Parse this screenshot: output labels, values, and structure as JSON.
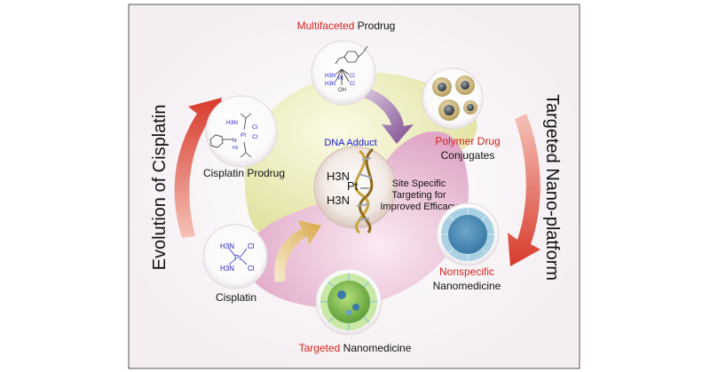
{
  "labels": {
    "evolution": "Evolution of Cisplatin",
    "targeted_platform": "Targeted Nano-platform",
    "multifaceted_red": "Multifaceted",
    "multifaceted_rest": " Prodrug",
    "dna_adduct": "DNA Adduct",
    "polymer_red": "Polymer Drug",
    "conjugates": "Conjugates",
    "cisplatin_prodrug": "Cisplatin Prodrug",
    "site_specific": [
      "Site Specific",
      "Targeting for",
      "Improved Efficacy"
    ],
    "cisplatin": "Cisplatin",
    "nonspecific_red": "Nonspecific",
    "nanomedicine": "Nanomedicine",
    "targeted_red": "Targeted",
    "targeted_rest": " Nanomedicine"
  },
  "chem": {
    "center": {
      "h3n_top": "H3N",
      "h3n_bottom": "H3N",
      "pt": "Pt"
    },
    "cisplatin": {
      "h3n_1": "H3N",
      "h3n_2": "H3N",
      "pt": "Pt",
      "cl_1": "Cl",
      "cl_2": "Cl"
    },
    "prodrug": {
      "h3n": "H3N",
      "pt": "Pt",
      "n": "N",
      "h2": "H2",
      "cl_1": "Cl",
      "cl_2": "Cl"
    },
    "multifaceted": {
      "h3n_1": "H3N",
      "h3n_2": "H3N",
      "pt": "Pt",
      "cl_1": "Cl",
      "cl_2": "Cl",
      "oh": "OH"
    }
  },
  "colors": {
    "accent_red": "#d6231f",
    "label_blue": "#1a1ad8",
    "chem_blue": "#2323c8",
    "yellow_region": "#ecebb0",
    "pink_region": "#e8b8d2",
    "arrow_red": "#d83a2c",
    "arrow_purple": "#8e5aa0",
    "arrow_gold": "#d9b45a"
  }
}
